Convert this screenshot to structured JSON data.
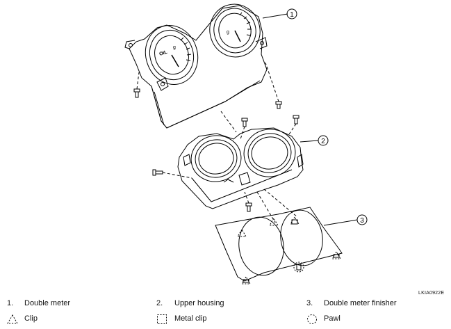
{
  "callouts": [
    "1",
    "2",
    "3"
  ],
  "figure_code": "LKIA0922E",
  "gauge_labels": {
    "oil": "OIL",
    "temp": "g",
    "fuel": "g"
  },
  "legend": {
    "parts": [
      {
        "num": "1.",
        "label": "Double meter"
      },
      {
        "num": "2.",
        "label": "Upper housing"
      },
      {
        "num": "3.",
        "label": "Double meter finisher"
      }
    ],
    "symbols": [
      {
        "icon": "clip-triangle-icon",
        "label": "Clip"
      },
      {
        "icon": "metal-clip-square-icon",
        "label": "Metal clip"
      },
      {
        "icon": "pawl-circle-icon",
        "label": "Pawl"
      }
    ]
  }
}
